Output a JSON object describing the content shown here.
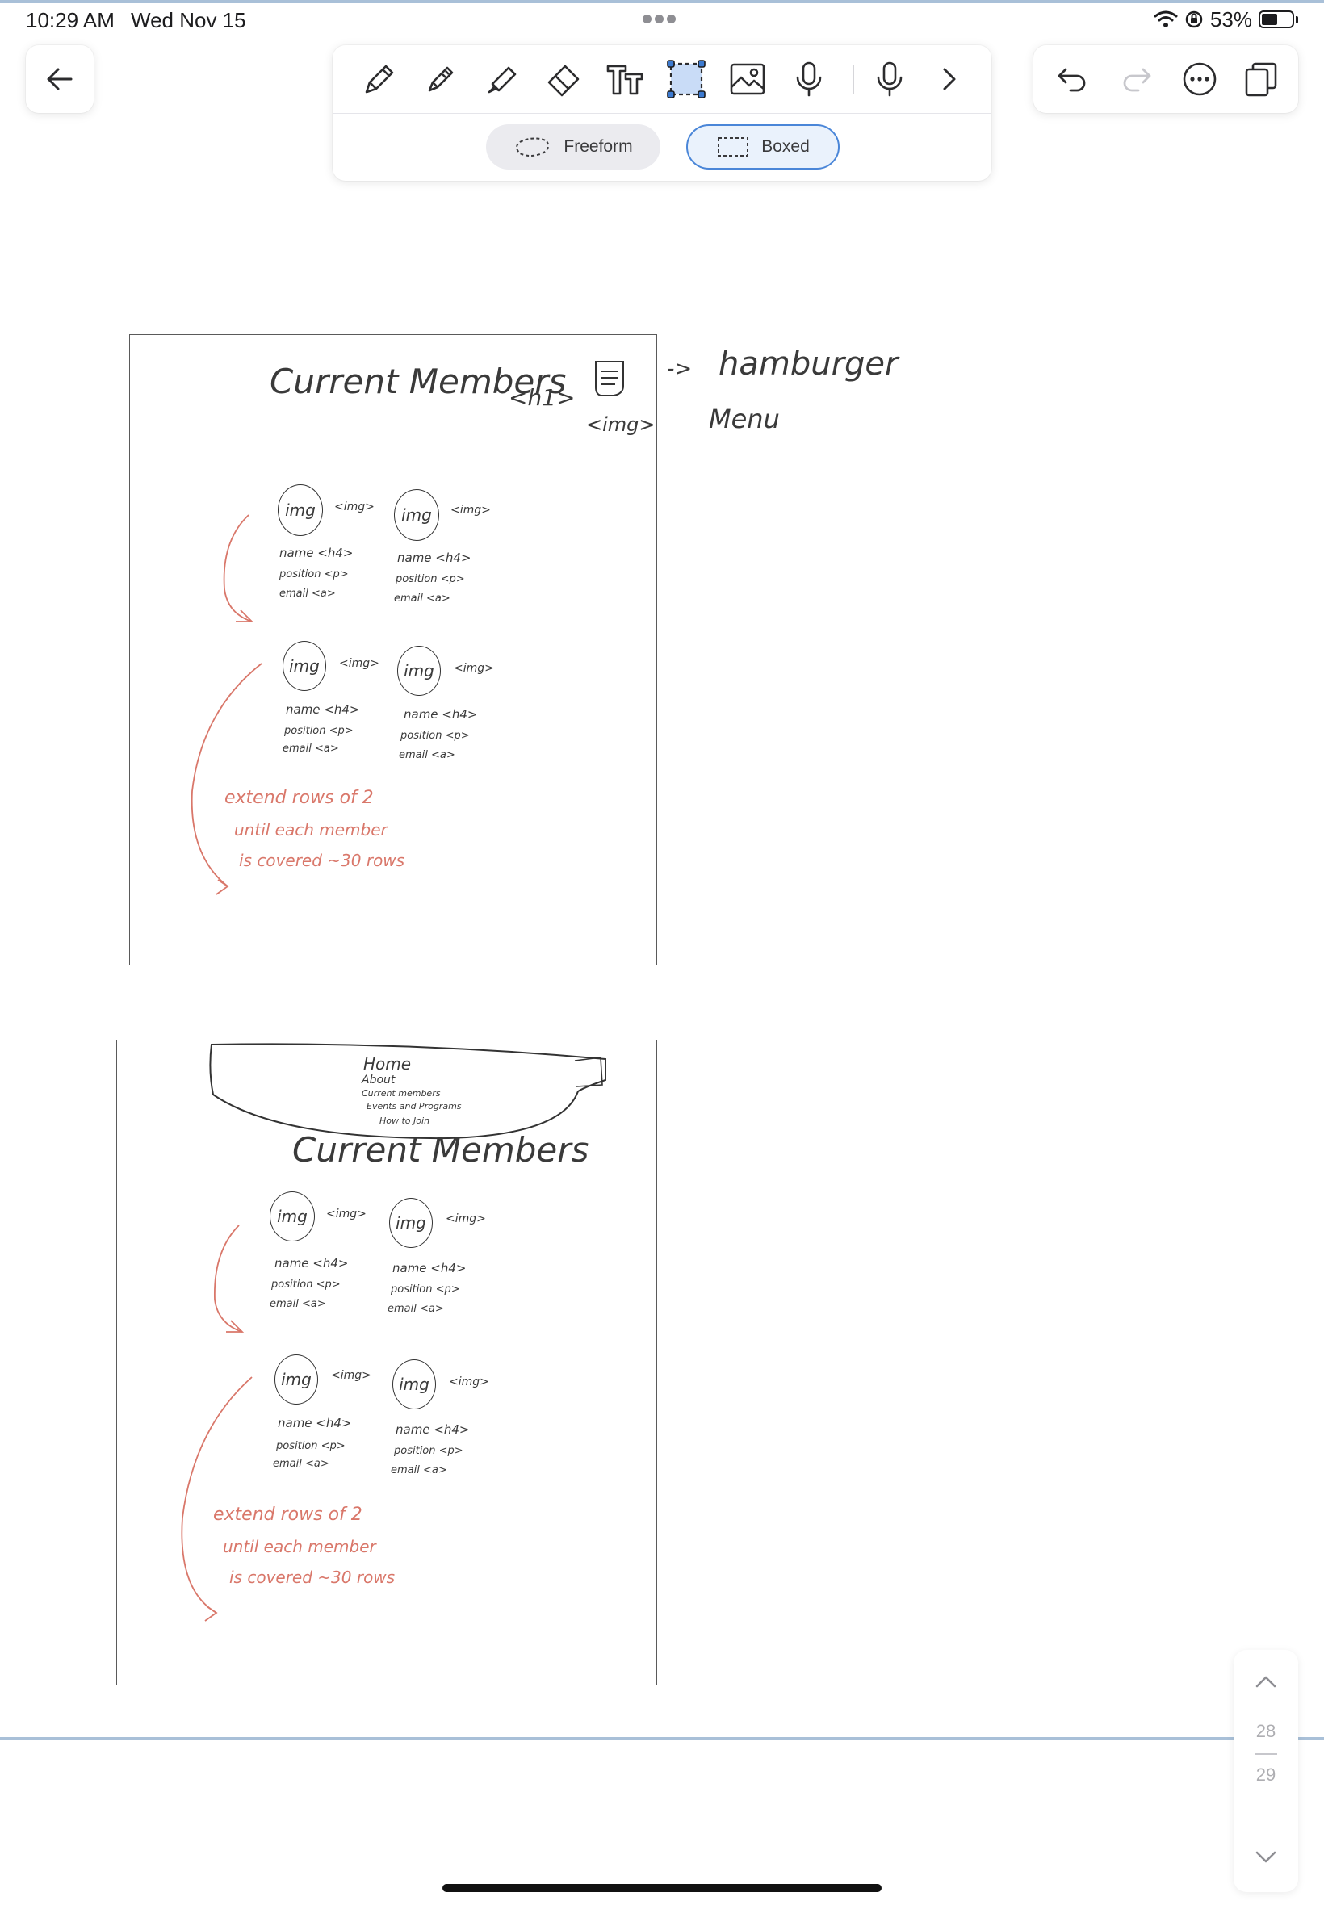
{
  "status_bar": {
    "time": "10:29 AM",
    "date": "Wed Nov 15",
    "battery_percent_label": "53%",
    "battery_level": 0.53,
    "icons": [
      "wifi-icon",
      "orientation-lock-icon",
      "battery-icon"
    ]
  },
  "navigation": {
    "back_icon": "arrow-left-icon"
  },
  "toolbar": {
    "tools": [
      "pen-icon",
      "marker-icon",
      "highlighter-icon",
      "eraser-icon",
      "text-icon",
      "lasso-select-icon",
      "image-icon",
      "microphone-icon",
      "microphone-icon",
      "chevron-right-icon"
    ],
    "selected_tool": "lasso-select-icon",
    "lasso_modes": {
      "freeform_label": "Freeform",
      "boxed_label": "Boxed",
      "selected": "Boxed"
    }
  },
  "actions": {
    "icons": [
      "undo-icon",
      "redo-icon",
      "more-icon",
      "pages-icon"
    ]
  },
  "canvas": {
    "sketch1": {
      "title": "Current Members",
      "title_tag": "<h1>",
      "menu_icon_tag": "<img>",
      "annotation_arrow": "->",
      "annotation_line1": "hamburger",
      "annotation_line2": "Menu",
      "cards": [
        {
          "img": "img",
          "img_tag": "<img>",
          "name": "name <h4>",
          "position": "position <p>",
          "email": "email <a>"
        },
        {
          "img": "img",
          "img_tag": "<img>",
          "name": "name <h4>",
          "position": "position <p>",
          "email": "email <a>"
        },
        {
          "img": "img",
          "img_tag": "<img>",
          "name": "name <h4>",
          "position": "position <p>",
          "email": "email <a>"
        },
        {
          "img": "img",
          "img_tag": "<img>",
          "name": "name <h4>",
          "position": "position <p>",
          "email": "email <a>"
        }
      ],
      "note_line1": "extend rows of 2",
      "note_line2": "until each member",
      "note_line3": "is covered ~30 rows"
    },
    "sketch2": {
      "menu_items": [
        "Home",
        "About",
        "Current members",
        "Events and Programs",
        "How to Join"
      ],
      "title": "Current Members",
      "cards": [
        {
          "img": "img",
          "img_tag": "<img>",
          "name": "name <h4>",
          "position": "position <p>",
          "email": "email <a>"
        },
        {
          "img": "img",
          "img_tag": "<img>",
          "name": "name <h4>",
          "position": "position <p>",
          "email": "email <a>"
        },
        {
          "img": "img",
          "img_tag": "<img>",
          "name": "name <h4>",
          "position": "position <p>",
          "email": "email <a>"
        },
        {
          "img": "img",
          "img_tag": "<img>",
          "name": "name <h4>",
          "position": "position <p>",
          "email": "email <a>"
        }
      ],
      "note_line1": "extend rows of 2",
      "note_line2": "until each member",
      "note_line3": "is covered ~30 rows"
    }
  },
  "page_nav": {
    "current": "28",
    "next": "29",
    "up_icon": "chevron-up-icon",
    "down_icon": "chevron-down-icon"
  },
  "colors": {
    "accent": "#4a86d8",
    "ink": "#333333",
    "ink_red": "#d9776a",
    "page_divider": "#a9c0d8"
  }
}
